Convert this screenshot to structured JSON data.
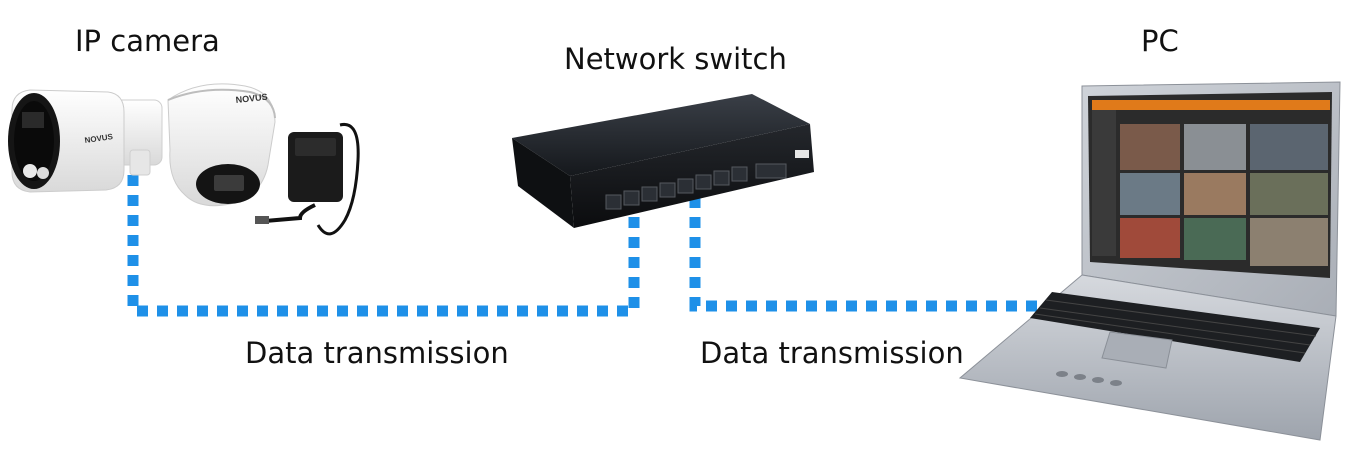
{
  "nodes": {
    "camera": {
      "label": "IP camera",
      "brand": "NOVUS",
      "brand_alt": "NOVUS"
    },
    "switch": {
      "label": "Network switch"
    },
    "pc": {
      "label": "PC"
    }
  },
  "links": [
    {
      "label": "Data transmission"
    },
    {
      "label": "Data transmission"
    }
  ],
  "colors": {
    "link": "#1e90e8",
    "switch_body": "#1c1f24",
    "laptop_body": "#b9bec6",
    "camera_body": "#f2f2f2"
  }
}
